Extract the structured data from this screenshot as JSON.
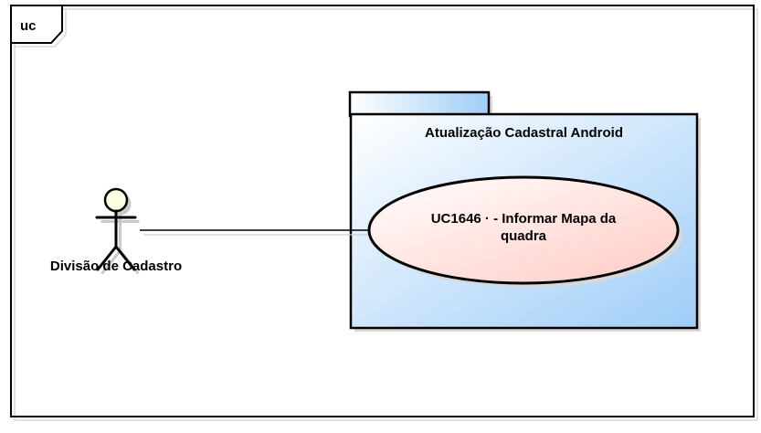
{
  "diagram": {
    "frame_type_label": "uc",
    "actor": {
      "name": "Divisão de Cadastro"
    },
    "package": {
      "name": "Atualização Cadastral Android"
    },
    "usecase": {
      "label_line1": "UC1646 · - Informar Mapa da",
      "label_line2": "quadra"
    }
  },
  "colors": {
    "outline": "#000000",
    "shadow": "#d2d2d2",
    "gradient_start": "#ffffff",
    "package_blue": "#9ecdf8",
    "usecase_pink": "#ffcac3",
    "actor_head": "#ffffe2"
  }
}
